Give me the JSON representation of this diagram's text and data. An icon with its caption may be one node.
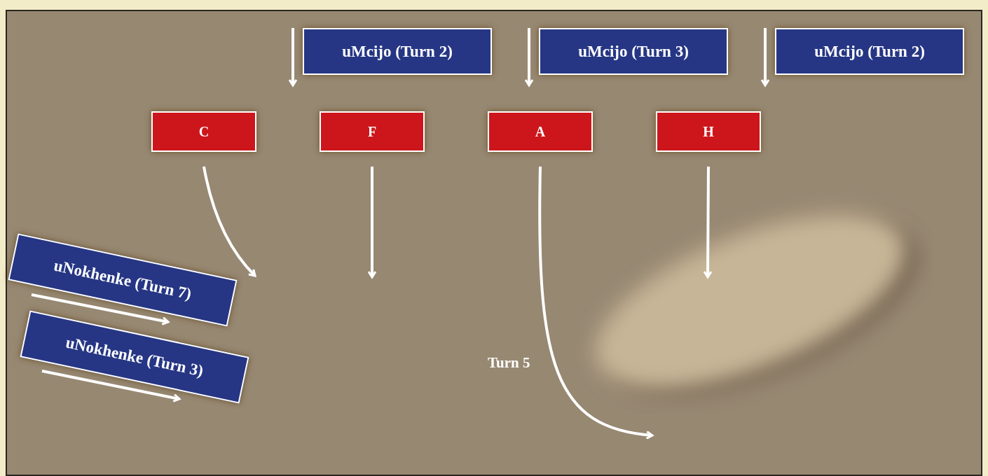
{
  "diagram": {
    "nodes": [
      {
        "text": [
          "uMcijo (Turn 2)"
        ]
      },
      {
        "text": [
          "uMcijo (Turn 3)"
        ]
      },
      {
        "text": [
          "uMcijo (Turn 2)"
        ]
      },
      {
        "text": [
          "C"
        ]
      },
      {
        "text": [
          "F"
        ]
      },
      {
        "text": [
          "A"
        ]
      },
      {
        "text": [
          "H"
        ]
      },
      {
        "text": [
          "uNokhenke (Turn 7)"
        ]
      },
      {
        "text": [
          "uNokhenke (Turn 3)"
        ]
      },
      {
        "text": [],
        "shape": "blob"
      }
    ],
    "edges": [
      {
        "from": 3,
        "to": 7,
        "arrow": "to"
      },
      {
        "from": 4,
        "to": null,
        "arrow": "to"
      },
      {
        "from": 5,
        "to": null,
        "arrow": "to",
        "label": "Turn 5"
      },
      {
        "from": 6,
        "to": 9,
        "arrow": "to"
      }
    ]
  }
}
